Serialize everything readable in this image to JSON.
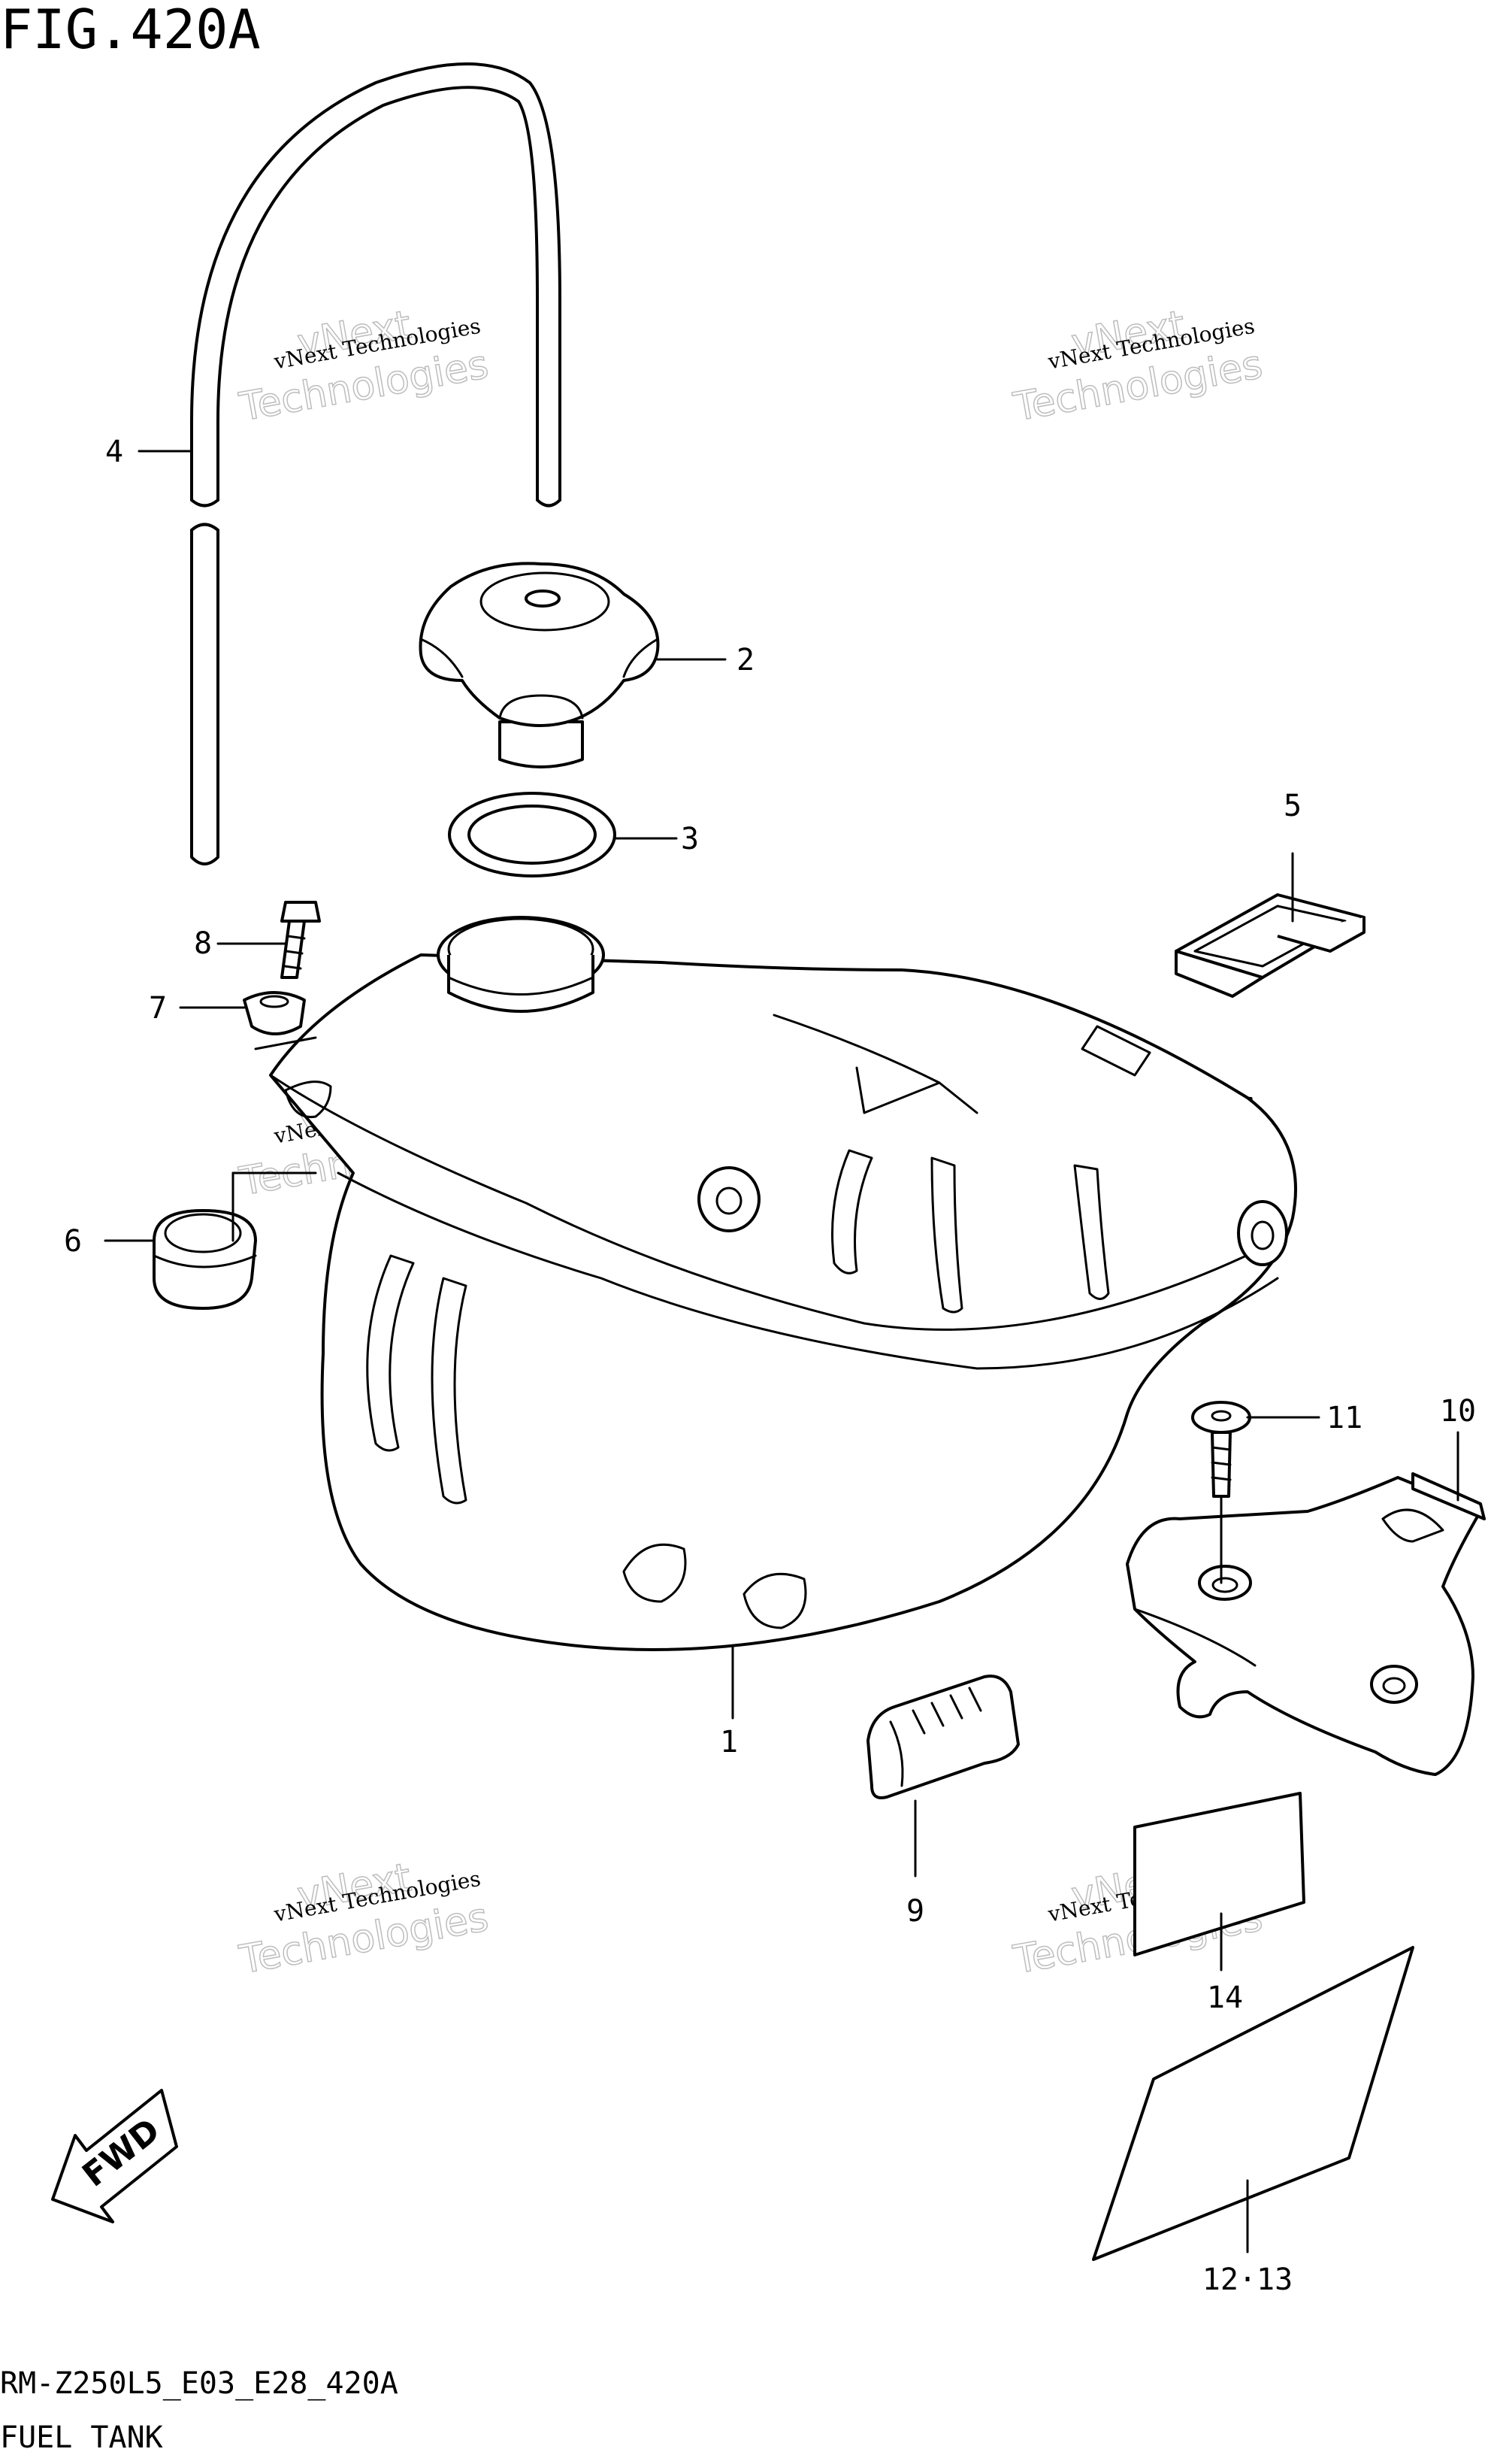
{
  "figure": {
    "title": "FIG.420A",
    "code": "RM-Z250L5_E03_E28_420A",
    "name": "FUEL TANK"
  },
  "direction_marker": {
    "text": "FWD",
    "icon": "fwd-arrow-icon"
  },
  "watermark": {
    "line1": "vNext Technologies",
    "line2": "vNext",
    "line3": "Technologies"
  },
  "callouts": [
    {
      "id": "1",
      "label": "1"
    },
    {
      "id": "2",
      "label": "2"
    },
    {
      "id": "3",
      "label": "3"
    },
    {
      "id": "4",
      "label": "4"
    },
    {
      "id": "5",
      "label": "5"
    },
    {
      "id": "6",
      "label": "6"
    },
    {
      "id": "7",
      "label": "7"
    },
    {
      "id": "8",
      "label": "8"
    },
    {
      "id": "9",
      "label": "9"
    },
    {
      "id": "10",
      "label": "10"
    },
    {
      "id": "11",
      "label": "11"
    },
    {
      "id": "12-13",
      "label": "12·13"
    },
    {
      "id": "14",
      "label": "14"
    }
  ]
}
